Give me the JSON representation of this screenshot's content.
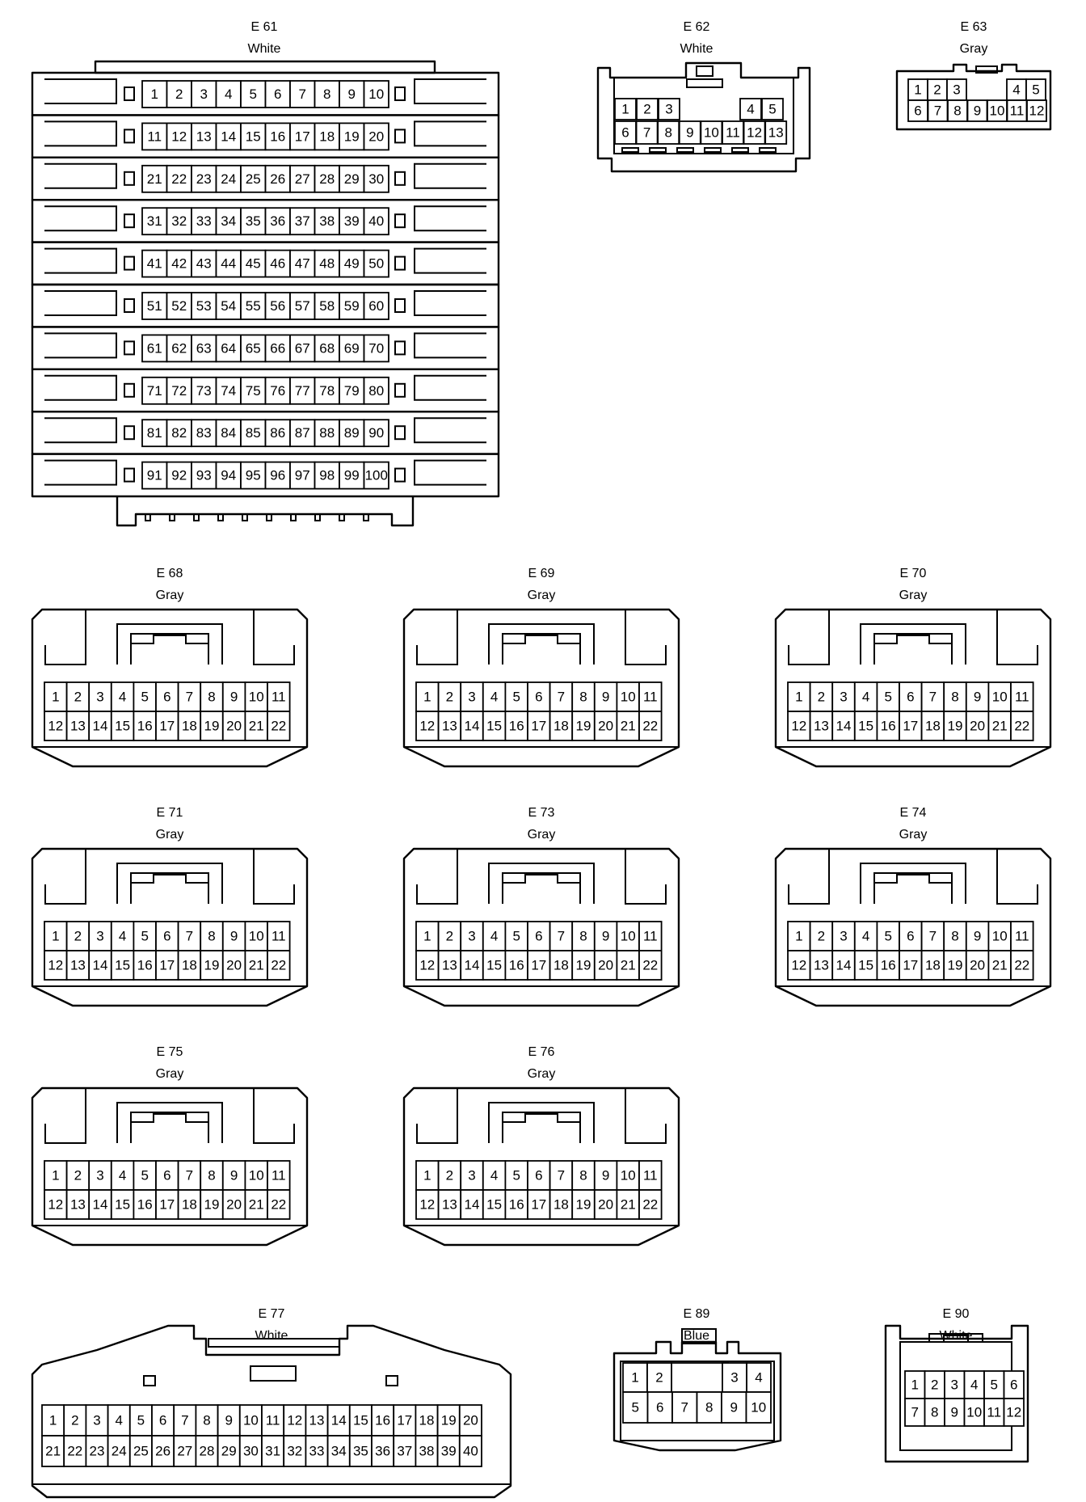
{
  "connectors": [
    {
      "id": "E 61",
      "color": "White",
      "pins": [
        [
          "1",
          "2",
          "3",
          "4",
          "5",
          "6",
          "7",
          "8",
          "9",
          "10"
        ],
        [
          "11",
          "12",
          "13",
          "14",
          "15",
          "16",
          "17",
          "18",
          "19",
          "20"
        ],
        [
          "21",
          "22",
          "23",
          "24",
          "25",
          "26",
          "27",
          "28",
          "29",
          "30"
        ],
        [
          "31",
          "32",
          "33",
          "34",
          "35",
          "36",
          "37",
          "38",
          "39",
          "40"
        ],
        [
          "41",
          "42",
          "43",
          "44",
          "45",
          "46",
          "47",
          "48",
          "49",
          "50"
        ],
        [
          "51",
          "52",
          "53",
          "54",
          "55",
          "56",
          "57",
          "58",
          "59",
          "60"
        ],
        [
          "61",
          "62",
          "63",
          "64",
          "65",
          "66",
          "67",
          "68",
          "69",
          "70"
        ],
        [
          "71",
          "72",
          "73",
          "74",
          "75",
          "76",
          "77",
          "78",
          "79",
          "80"
        ],
        [
          "81",
          "82",
          "83",
          "84",
          "85",
          "86",
          "87",
          "88",
          "89",
          "90"
        ],
        [
          "91",
          "92",
          "93",
          "94",
          "95",
          "96",
          "97",
          "98",
          "99",
          "100"
        ]
      ]
    },
    {
      "id": "E 62",
      "color": "White",
      "pins": [
        [
          "1",
          "2",
          "3",
          "",
          "",
          "",
          "4",
          "5"
        ],
        [
          "6",
          "7",
          "8",
          "9",
          "10",
          "11",
          "12",
          "13"
        ]
      ]
    },
    {
      "id": "E 63",
      "color": "Gray",
      "pins": [
        [
          "1",
          "2",
          "3",
          "",
          "",
          "",
          "4",
          "5"
        ],
        [
          "6",
          "7",
          "8",
          "9",
          "10",
          "11",
          "12"
        ]
      ]
    },
    {
      "id": "E 68",
      "color": "Gray",
      "pins": [
        [
          "1",
          "2",
          "3",
          "4",
          "5",
          "6",
          "7",
          "8",
          "9",
          "10",
          "11"
        ],
        [
          "12",
          "13",
          "14",
          "15",
          "16",
          "17",
          "18",
          "19",
          "20",
          "21",
          "22"
        ]
      ]
    },
    {
      "id": "E 69",
      "color": "Gray",
      "pins": [
        [
          "1",
          "2",
          "3",
          "4",
          "5",
          "6",
          "7",
          "8",
          "9",
          "10",
          "11"
        ],
        [
          "12",
          "13",
          "14",
          "15",
          "16",
          "17",
          "18",
          "19",
          "20",
          "21",
          "22"
        ]
      ]
    },
    {
      "id": "E 70",
      "color": "Gray",
      "pins": [
        [
          "1",
          "2",
          "3",
          "4",
          "5",
          "6",
          "7",
          "8",
          "9",
          "10",
          "11"
        ],
        [
          "12",
          "13",
          "14",
          "15",
          "16",
          "17",
          "18",
          "19",
          "20",
          "21",
          "22"
        ]
      ]
    },
    {
      "id": "E 71",
      "color": "Gray",
      "pins": [
        [
          "1",
          "2",
          "3",
          "4",
          "5",
          "6",
          "7",
          "8",
          "9",
          "10",
          "11"
        ],
        [
          "12",
          "13",
          "14",
          "15",
          "16",
          "17",
          "18",
          "19",
          "20",
          "21",
          "22"
        ]
      ]
    },
    {
      "id": "E 73",
      "color": "Gray",
      "pins": [
        [
          "1",
          "2",
          "3",
          "4",
          "5",
          "6",
          "7",
          "8",
          "9",
          "10",
          "11"
        ],
        [
          "12",
          "13",
          "14",
          "15",
          "16",
          "17",
          "18",
          "19",
          "20",
          "21",
          "22"
        ]
      ]
    },
    {
      "id": "E 74",
      "color": "Gray",
      "pins": [
        [
          "1",
          "2",
          "3",
          "4",
          "5",
          "6",
          "7",
          "8",
          "9",
          "10",
          "11"
        ],
        [
          "12",
          "13",
          "14",
          "15",
          "16",
          "17",
          "18",
          "19",
          "20",
          "21",
          "22"
        ]
      ]
    },
    {
      "id": "E 75",
      "color": "Gray",
      "pins": [
        [
          "1",
          "2",
          "3",
          "4",
          "5",
          "6",
          "7",
          "8",
          "9",
          "10",
          "11"
        ],
        [
          "12",
          "13",
          "14",
          "15",
          "16",
          "17",
          "18",
          "19",
          "20",
          "21",
          "22"
        ]
      ]
    },
    {
      "id": "E 76",
      "color": "Gray",
      "pins": [
        [
          "1",
          "2",
          "3",
          "4",
          "5",
          "6",
          "7",
          "8",
          "9",
          "10",
          "11"
        ],
        [
          "12",
          "13",
          "14",
          "15",
          "16",
          "17",
          "18",
          "19",
          "20",
          "21",
          "22"
        ]
      ]
    },
    {
      "id": "E 77",
      "color": "White",
      "pins": [
        [
          "1",
          "2",
          "3",
          "4",
          "5",
          "6",
          "7",
          "8",
          "9",
          "10",
          "11",
          "12",
          "13",
          "14",
          "15",
          "16",
          "17",
          "18",
          "19",
          "20"
        ],
        [
          "21",
          "22",
          "23",
          "24",
          "25",
          "26",
          "27",
          "28",
          "29",
          "30",
          "31",
          "32",
          "33",
          "34",
          "35",
          "36",
          "37",
          "38",
          "39",
          "40"
        ]
      ]
    },
    {
      "id": "E 89",
      "color": "Blue",
      "pins": [
        [
          "1",
          "2",
          "",
          "",
          "4"
        ],
        [
          "5",
          "6",
          "7",
          "8",
          "9",
          "10"
        ]
      ]
    },
    {
      "id": "E 90",
      "color": "White",
      "pins": [
        [
          "1",
          "2",
          "3",
          "4",
          "5",
          "6"
        ],
        [
          "7",
          "8",
          "9",
          "10",
          "11",
          "12"
        ]
      ]
    }
  ],
  "extra_labels": {
    "e89_pin3": "3"
  }
}
